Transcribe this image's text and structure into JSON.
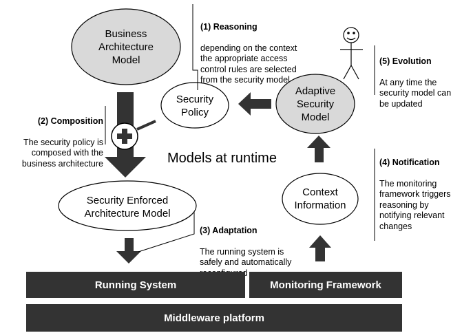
{
  "models": {
    "business": "Business\nArchitecture\nModel",
    "security_policy": "Security\nPolicy",
    "adaptive": "Adaptive\nSecurity\nModel",
    "enforced": "Security Enforced\nArchitecture Model",
    "context": "Context\nInformation"
  },
  "center_title": "Models at runtime",
  "notes": {
    "reasoning": {
      "title": "(1) Reasoning",
      "body": "depending on the context\nthe appropriate access\ncontrol  rules are selected\nfrom the security model"
    },
    "composition": {
      "title": "(2) Composition",
      "body": "The security policy is\ncomposed with the\nbusiness architecture"
    },
    "adaptation": {
      "title": "(3) Adaptation",
      "body": "The running system is\nsafely and automatically\nreconfigured"
    },
    "notification": {
      "title": "(4) Notification",
      "body": "The monitoring\nframework triggers\nreasoning by\nnotifying relevant\nchanges"
    },
    "evolution": {
      "title": "(5) Evolution",
      "body": "At any time the\nsecurity model can\nbe updated"
    }
  },
  "bars": {
    "running": "Running System",
    "monitoring": "Monitoring Framework",
    "middleware": "Middleware platform"
  },
  "colors": {
    "ellipse_fill_gray": "#d9d9d9",
    "bar": "#333333",
    "arrow": "#333333"
  }
}
